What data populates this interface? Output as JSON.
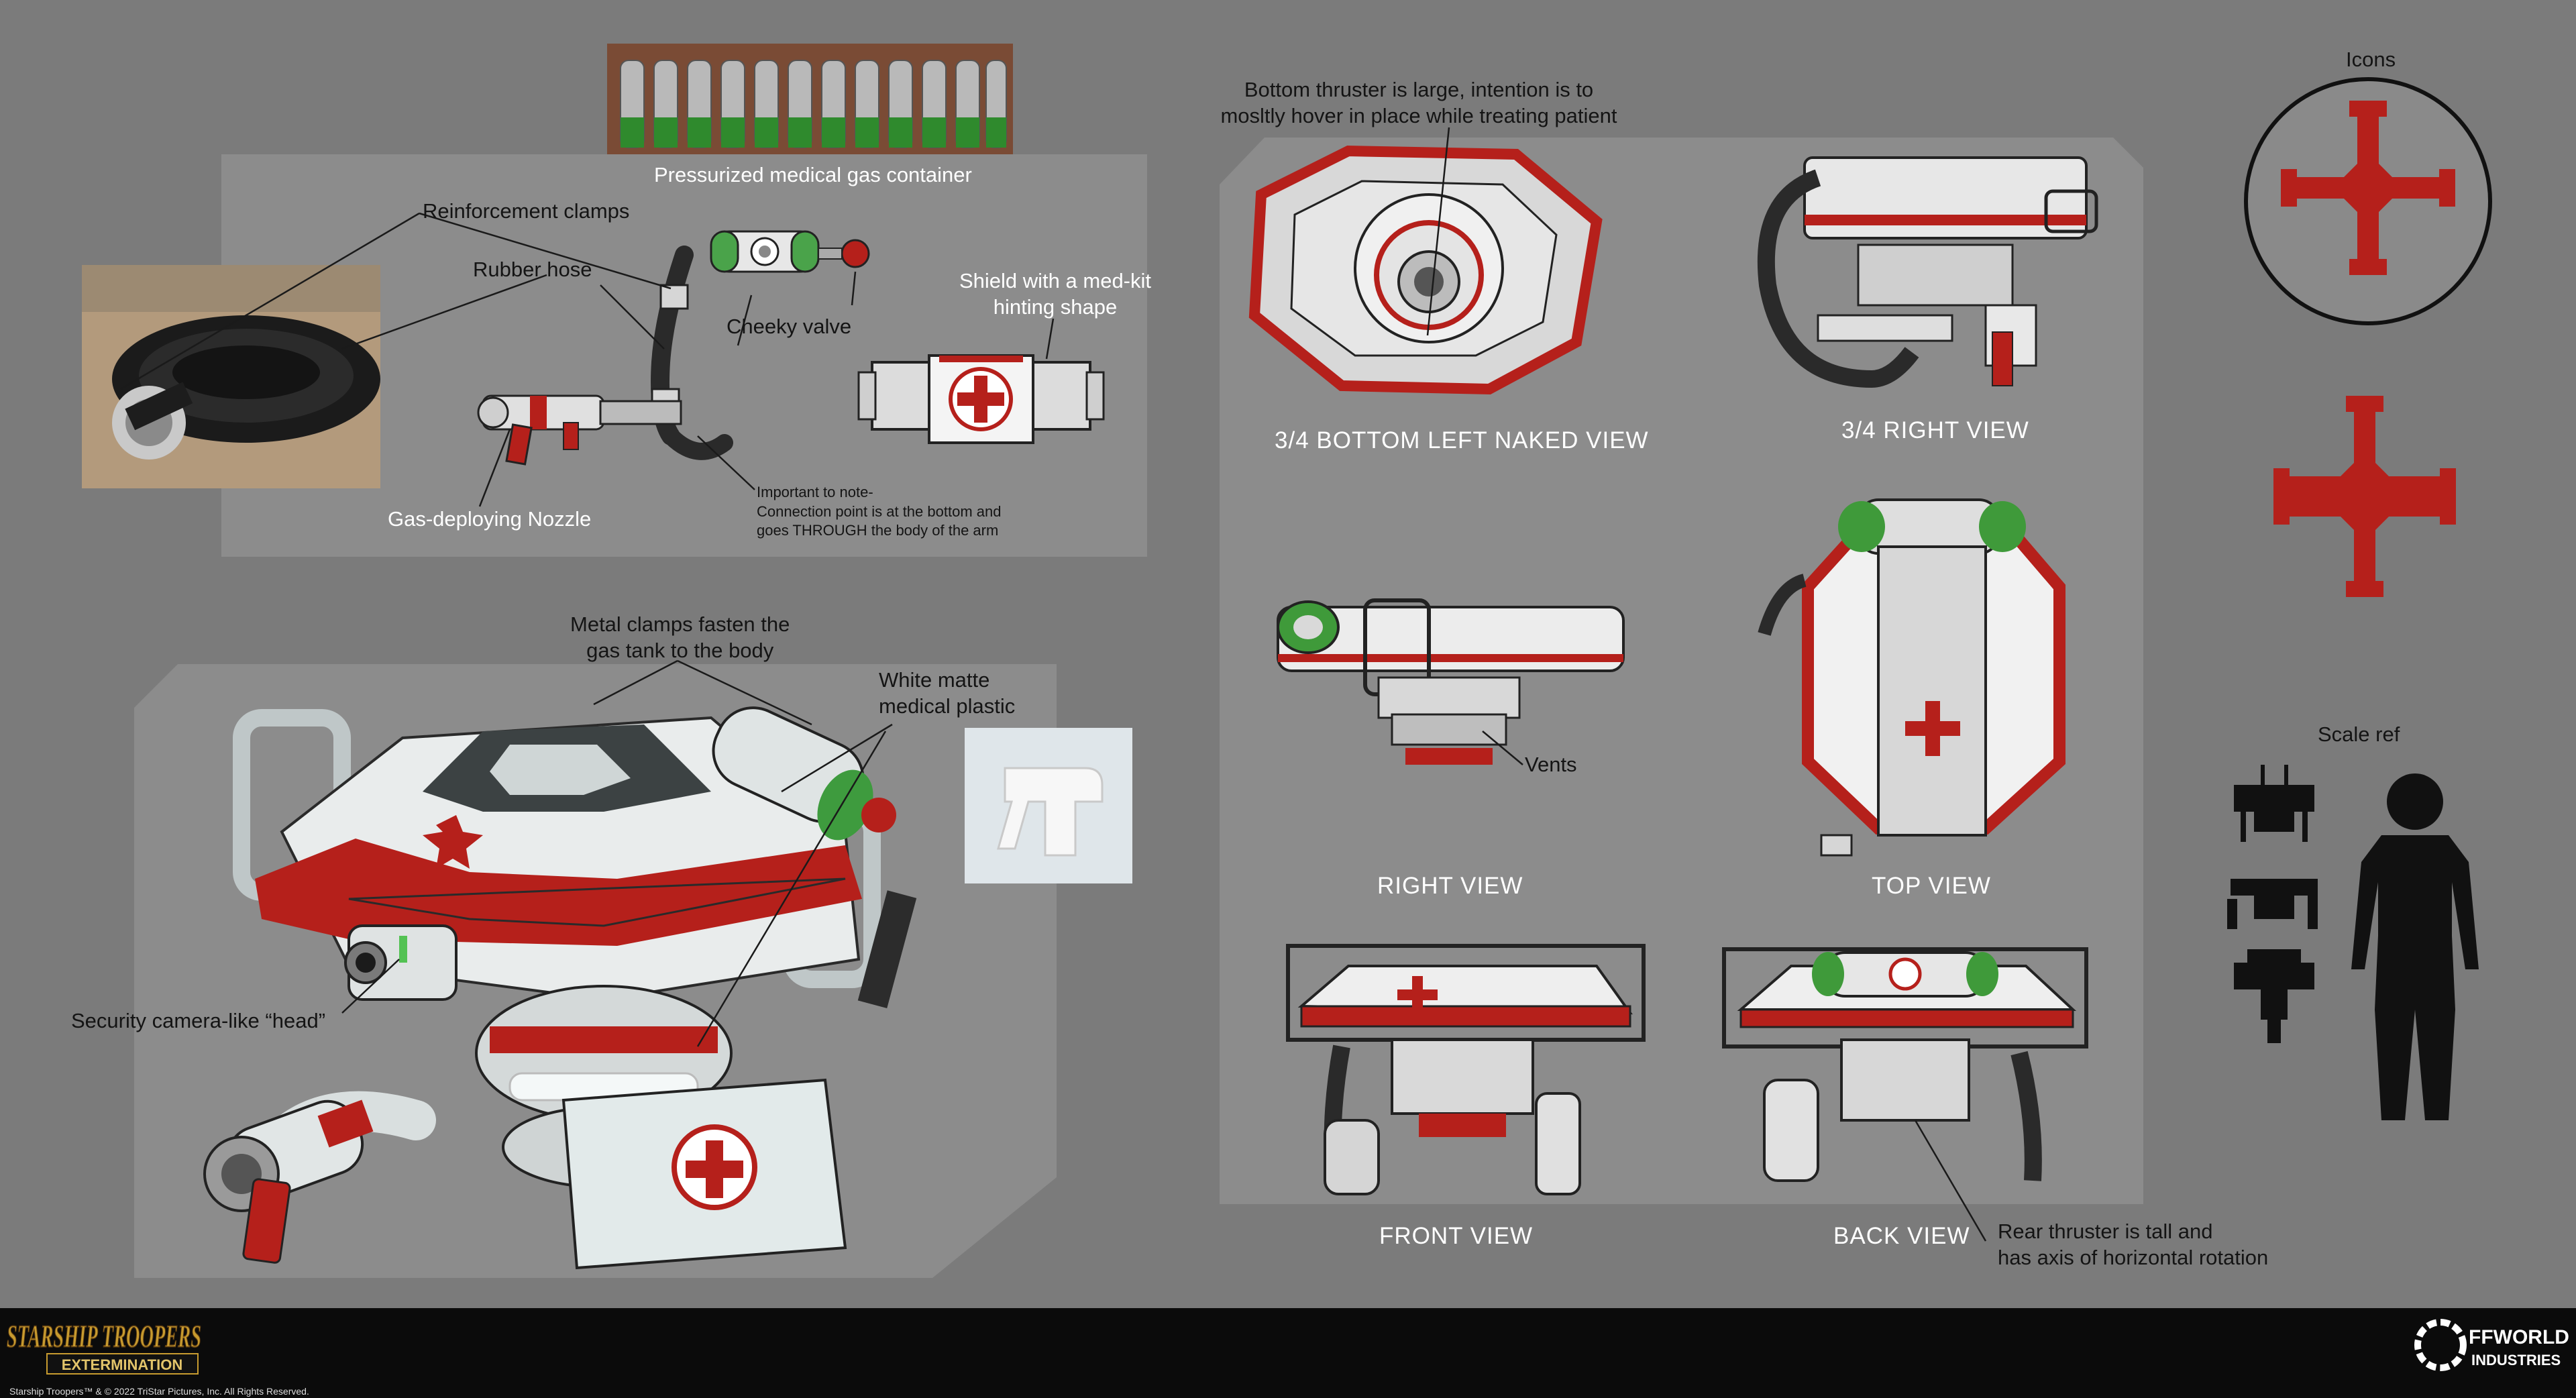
{
  "callouts": {
    "reinforcement_clamps": "Reinforcement clamps",
    "rubber_hose": "Rubber hose",
    "pressurized_gas": "Pressurized medical gas container",
    "cheeky_valve": "Cheeky valve",
    "shield": "Shield with a med-kit\nhinting shape",
    "nozzle": "Gas-deploying Nozzle",
    "important_note": "Important to note-\nConnection point is at the bottom and\ngoes THROUGH the body of the arm",
    "bottom_thruster": "Bottom thruster is large, intention is to\nmosltly hover in place while treating patient",
    "metal_clamps": "Metal clamps fasten the\ngas tank to the body",
    "white_matte": "White matte\nmedical plastic",
    "security_camera": "Security camera-like “head”",
    "vents": "Vents",
    "rear_thruster": "Rear thruster is tall and\nhas axis of horizontal rotation"
  },
  "views": {
    "bottom_left": "3/4 BOTTOM LEFT NAKED VIEW",
    "right_34": "3/4 RIGHT VIEW",
    "right": "RIGHT VIEW",
    "top": "TOP VIEW",
    "front": "FRONT VIEW",
    "back": "BACK VIEW"
  },
  "sidebar": {
    "icons_title": "Icons",
    "scale_title": "Scale ref"
  },
  "footer": {
    "game_logo_line1": "STARSHIP TROOPERS",
    "game_logo_line2": "EXTERMINATION",
    "copyright": "Starship Troopers™ & © 2022 TriStar Pictures, Inc. All Rights Reserved.",
    "studio_logo_line1": "FFWORLD",
    "studio_logo_line2": "INDUSTRIES"
  },
  "colors": {
    "background": "#7b7b7b",
    "panel": "#8c8c8c",
    "accent_red": "#b5201b",
    "accent_green": "#3f9a3a",
    "body_white": "#eeeeee"
  }
}
